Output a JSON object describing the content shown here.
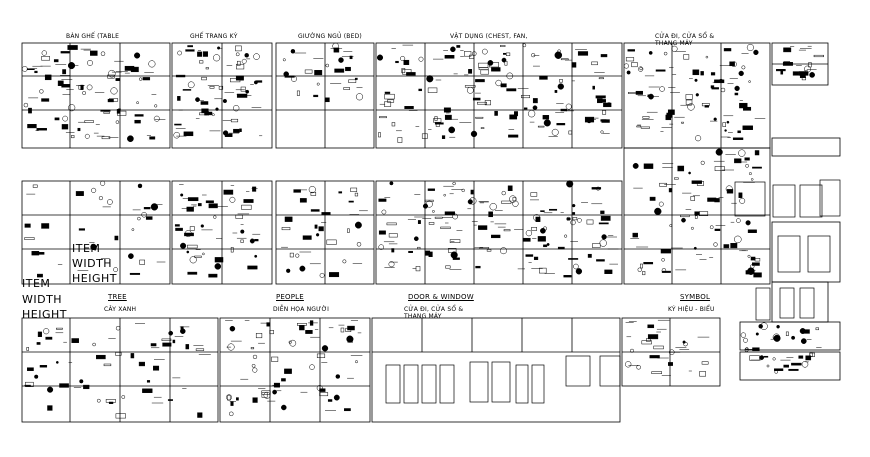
{
  "titles": {
    "table_chairs": "BÀN GHẾ (TABLE",
    "chairs_misc": "GHẾ TRANG KỲ",
    "bed": "GIƯỜNG NGỦ (BED)",
    "furniture": "VẬT DỤNG (CHEST, FAN,",
    "doors_stairs_1": "CỬA ĐI, CỬA SỔ &",
    "doors_stairs_2": "THANG MÁY"
  },
  "sections": {
    "tree": {
      "title": "TREE",
      "subtitle": "CÂY XANH"
    },
    "people": {
      "title": "PEOPLE",
      "subtitle": "DIỄN HỌA NGƯỜI"
    },
    "door_window": {
      "title": "DOOR & WINDOW",
      "subtitle_1": "CỬA ĐI, CỬA SỔ &",
      "subtitle_2": "THANG MÁY"
    },
    "symbol": {
      "title": "SYMBOL",
      "subtitle": "KÝ HIỆU - BIỂU"
    }
  },
  "labels": {
    "item_a": "ITEM",
    "width_a": "WIDTH",
    "height_a": "HEIGHT",
    "item_b": "ITEM",
    "width_b": "WIDTH",
    "height_b": "HEIGHT"
  }
}
